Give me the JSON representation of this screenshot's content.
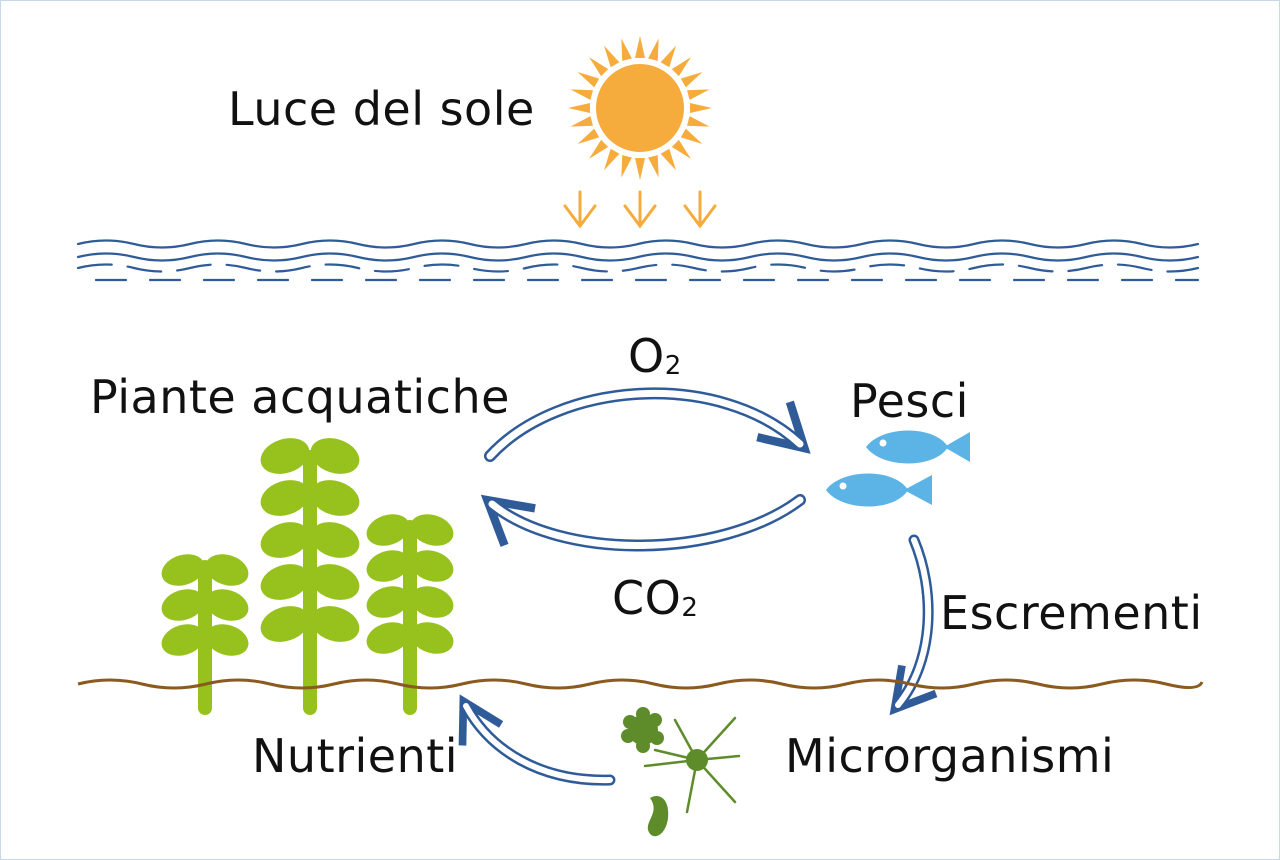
{
  "labels": {
    "sunlight": "Luce del sole",
    "plants": "Piante acquatiche",
    "fish": "Pesci",
    "oxygen_main": "O",
    "oxygen_sub": "2",
    "co2_main": "CO",
    "co2_sub": "2",
    "excrement": "Escrementi",
    "microorganisms": "Microrganismi",
    "nutrients": "Nutrienti"
  },
  "colors": {
    "sun_disc": "#f6ac3d",
    "sun_rays": "#f6ac3d",
    "water": "#2f5c99",
    "arrow": "#2f5c99",
    "fish": "#5cb4e6",
    "plant": "#97c21e",
    "sediment": "#8a5a1e",
    "microbe": "#5e8c2b",
    "text": "#111111"
  },
  "icons": [
    "sun-icon",
    "fish-icon",
    "plant-icon",
    "microorganism-icon"
  ]
}
